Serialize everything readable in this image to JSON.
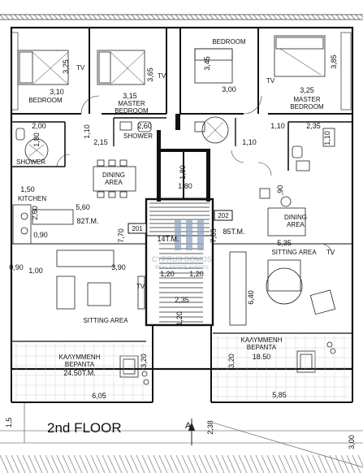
{
  "floor_title": "2nd FLOOR",
  "north_marker": "A",
  "watermark": {
    "brand": "CYPRUS DOMOS",
    "tagline": "REAL ESTATE AGENTS",
    "color": "#8fa6c2"
  },
  "apartments": [
    {
      "number": "201",
      "area": "82T.M."
    },
    {
      "number": "202",
      "area": "85T.M."
    }
  ],
  "stair_area": "14T.M.",
  "rooms": {
    "bedroom_left": "BEDROOM",
    "master_bedroom_left_line1": "MASTER",
    "master_bedroom_left_line2": "BEDROOM",
    "bedroom_right": "BEDROOM",
    "master_bedroom_right_line1": "MASTER",
    "master_bedroom_right_line2": "BEDROOM",
    "shower_left": "SHOWER",
    "shower_mid": "SHOWER",
    "dining_left_line1": "DINING",
    "dining_left_line2": "AREA",
    "kitchen": "KITCHEN",
    "sitting_left": "SITTING AREA",
    "dining_right_line1": "DINING",
    "dining_right_line2": "AREA",
    "sitting_right": "SITTING AREA",
    "veranda_left_line1": "ΚΑΛΥΜΜΕΝΗ",
    "veranda_left_line2": "ΒΕΡΑΝΤΑ",
    "veranda_left_area": "24.50T.M.",
    "veranda_right_line1": "ΚΑΛΥΜΜΕΝΗ",
    "veranda_right_line2": "ΒΕΡΑΝΤΑ",
    "veranda_right_area": "18.50",
    "tv_1": "TV",
    "tv_2": "TV",
    "tv_3": "TV",
    "tv_4": "TV",
    "tv_5": "TV"
  },
  "dimensions": {
    "d_3_25": "3,25",
    "d_3_10": "3,10",
    "d_3_65": "3,65",
    "d_3_15": "3,15",
    "d_3_45": "3,45",
    "d_3_00": "3,00",
    "d_3_85": "3,85",
    "d_3_25b": "3,25",
    "d_2_00": "2,00",
    "d_1_10a": "1,10",
    "d_2_60a": "2,60",
    "d_2_15": "2,15",
    "d_1_10b": "1,10",
    "d_2_35": "2,35",
    "d_1_10c": "1,10",
    "d_1_10d": "1,10",
    "d_1_80a": "1,80",
    "d_1_80b": "1,80",
    "d_1_80c": "1,80",
    "d_1_50": "1,50",
    "d_90": ",90",
    "d_2_60b": "2,60",
    "d_5_60": "5,60",
    "d_0_90": "0,90",
    "d_7_70": "7,70",
    "d_7_05": "7,05",
    "d_5_35": "5,35",
    "d_1_00": "1,00",
    "d_0_90b": "0,90",
    "d_3_90": "3,90",
    "d_1_20a": "1,20",
    "d_1_20b": "1,20",
    "d_2_35b": "2,35",
    "d_6_40": "6,40",
    "d_1_20c": "1,20",
    "d_3_20a": "3,20",
    "d_3_20b": "3,20",
    "d_6_05": "6,05",
    "d_5_85": "5,85",
    "d_1_5": "1,5",
    "d_2_38": "2,38",
    "d_3_00b": "3,00"
  }
}
